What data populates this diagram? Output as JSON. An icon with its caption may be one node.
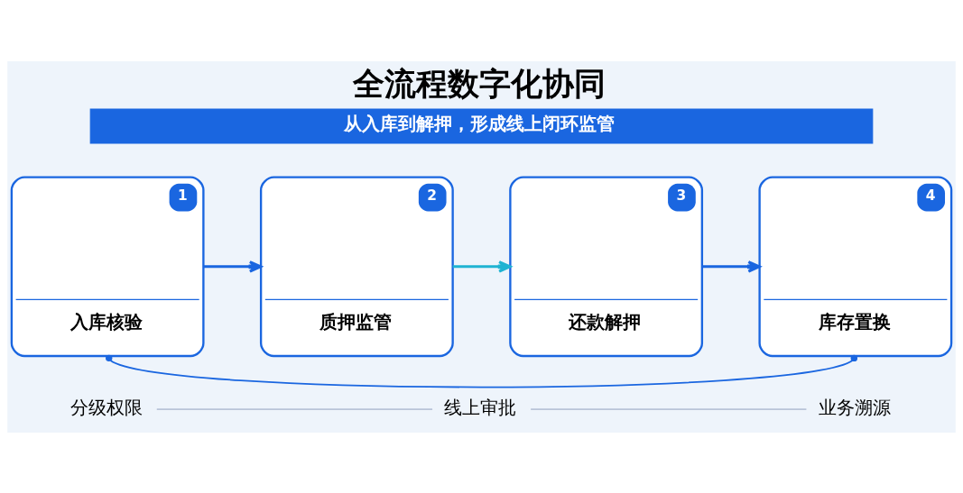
{
  "diagram": {
    "title": "全流程数字化协同",
    "nodes": [
      {
        "text": [
          "从入库到解押，形成线上闭环监管"
        ]
      },
      {
        "text": [
          "1",
          "入库核验"
        ]
      },
      {
        "text": [
          "2",
          "质押监管"
        ]
      },
      {
        "text": [
          "3",
          "还款解押"
        ]
      },
      {
        "text": [
          "4",
          "库存置换"
        ]
      },
      {
        "text": [
          "分级权限"
        ]
      },
      {
        "text": [
          "线上审批"
        ]
      },
      {
        "text": [
          "业务溯源"
        ]
      }
    ],
    "edges": [
      {
        "from": 1,
        "to": 2,
        "arrow": "to"
      },
      {
        "from": 2,
        "to": 3,
        "arrow": "to",
        "color": "#1fb3d2"
      },
      {
        "from": 3,
        "to": 4,
        "arrow": "to"
      },
      {
        "from": 1,
        "to": 4,
        "arrow": "other"
      },
      {
        "from": 5,
        "to": 6,
        "arrow": "none",
        "color": "#b9c4d8"
      },
      {
        "from": 6,
        "to": 7,
        "arrow": "none",
        "color": "#b9c4d8"
      }
    ]
  }
}
